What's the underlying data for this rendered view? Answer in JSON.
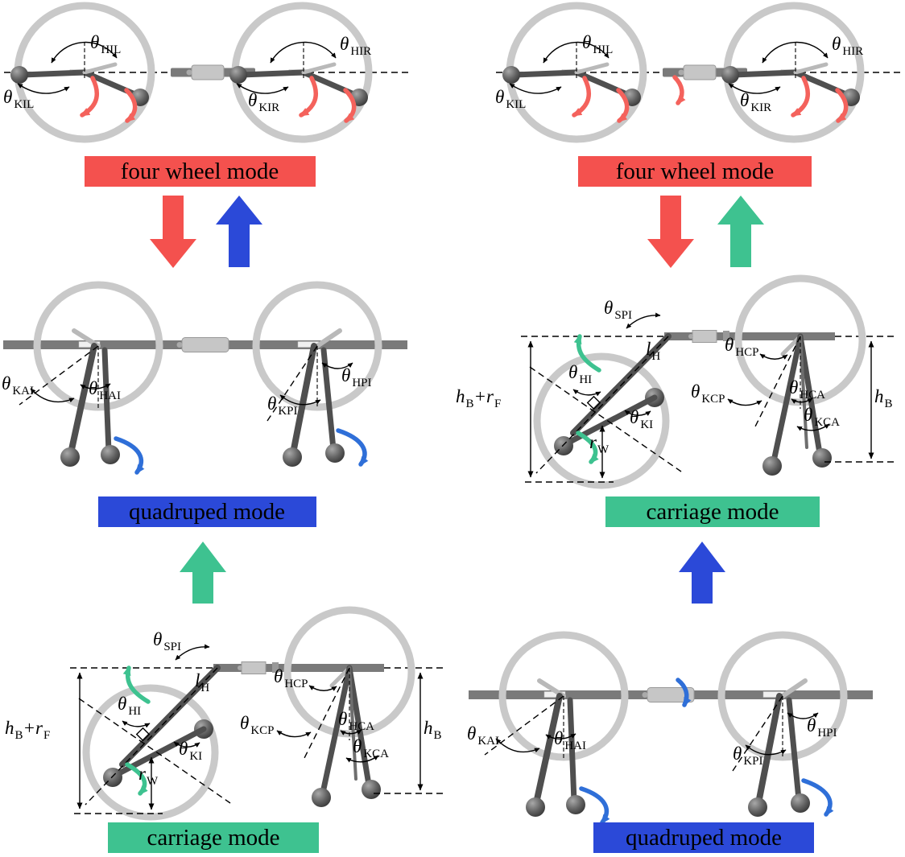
{
  "figure": {
    "description": "Robot locomotion mode transformation diagram with two transition sequences"
  },
  "layout": {
    "left_column_order": [
      "four_wheel",
      "quadruped",
      "carriage"
    ],
    "right_column_order": [
      "four_wheel",
      "carriage",
      "quadruped"
    ]
  },
  "colors": {
    "four_wheel_bar": "#f4514e",
    "quadruped_bar": "#2b49d8",
    "carriage_bar": "#3ec290",
    "red_arrow": "#f4625c",
    "blue_arrow": "#2f6fd8",
    "green_arrow": "#3ec290"
  },
  "modes": {
    "four_wheel": "four wheel mode",
    "quadruped": "quadruped mode",
    "carriage": "carriage mode"
  },
  "sym": {
    "theta": "θ",
    "h": "h",
    "r": "r",
    "l": "l",
    "plus": "+"
  },
  "subs": {
    "HIL": "HIL",
    "KIL": "KIL",
    "HIR": "HIR",
    "KIR": "KIR",
    "KAI": "KAI",
    "HAI": "HAI",
    "HPI": "HPI",
    "KPI": "KPI",
    "SPI": "SPI",
    "HI": "HI",
    "KI": "KI",
    "HCP": "HCP",
    "KCP": "KCP",
    "HCA": "HCA",
    "KCA": "KCA",
    "B": "B",
    "F": "F",
    "W": "W",
    "H": "H"
  }
}
